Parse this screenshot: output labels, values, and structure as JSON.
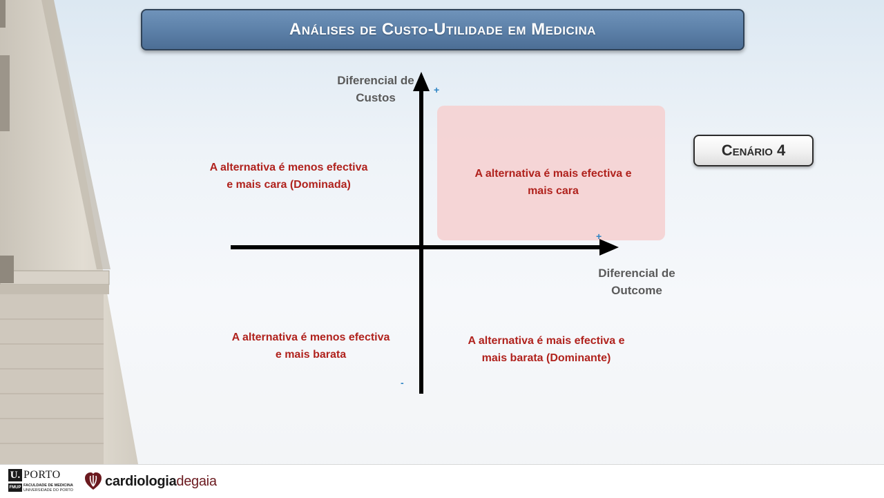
{
  "title": "Análises de Custo-Utilidade em Medicina",
  "scenario": "Cenário 4",
  "axes": {
    "y_label_line1": "Diferencial de",
    "y_label_line2": "Custos",
    "x_label_line1": "Diferencial de",
    "x_label_line2": "Outcome",
    "y_top_sign": "+",
    "y_bottom_sign": "-",
    "x_right_sign": "+"
  },
  "quadrants": {
    "top_left_line1": "A alternativa é menos efectiva",
    "top_left_line2": "e mais cara (Dominada)",
    "top_right_line1": "A alternativa é mais efectiva e",
    "top_right_line2": "mais cara",
    "bottom_left_line1": "A alternativa é menos efectiva",
    "bottom_left_line2": "e mais barata",
    "bottom_right_line1": "A alternativa é mais efectiva e",
    "bottom_right_line2": "mais barata (Dominante)"
  },
  "highlighted_quadrant": "top_right",
  "colors": {
    "title_bar": "#5b7fa7",
    "quadrant_text": "#b0221d",
    "highlight": "#f5d2d2",
    "sign": "#2e84c4"
  },
  "footer": {
    "uporto_badge": "U.",
    "uporto_word": "PORTO",
    "fmup_badge": "FMUP",
    "fmup_line1": "FACULDADE DE MEDICINA",
    "fmup_line2": "UNIVERSIDADE DO PORTO",
    "cdg_part1": "cardiologia",
    "cdg_part2": "degaia"
  }
}
